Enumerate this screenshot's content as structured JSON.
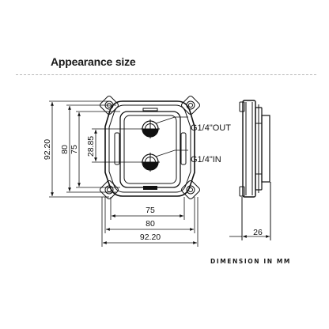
{
  "header": {
    "title": "Appearance size"
  },
  "dimensions": {
    "width_75": "75",
    "width_80": "80",
    "width_92": "92.20",
    "height_92": "92.20",
    "height_80": "80",
    "height_75": "75",
    "port_spacing": "28.85",
    "thickness": "26"
  },
  "ports": {
    "outlet": "G1/4\"OUT",
    "inlet": "G1/4\"IN"
  },
  "footer": {
    "note": "DIMENSION IN MM"
  },
  "colors": {
    "line": "#111111",
    "divider": "#b8b8b8"
  }
}
